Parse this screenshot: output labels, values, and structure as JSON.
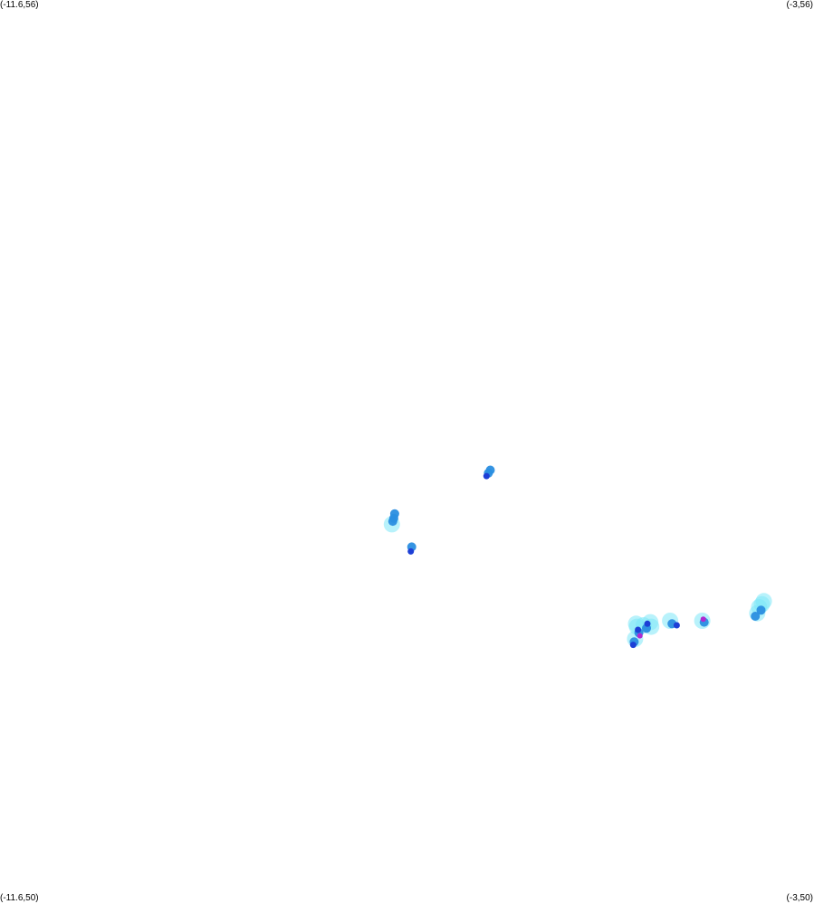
{
  "map": {
    "corners": {
      "top_left": "(-11.6,56)",
      "top_right": "(-3,56)",
      "bottom_left": "(-11.6,50)",
      "bottom_right": "(-3,50)"
    },
    "bounds": {
      "lon_min": -11.6,
      "lon_max": -3,
      "lat_min": 50,
      "lat_max": 56
    },
    "colors": {
      "background": "#ffffff",
      "light": "#7ee8f8",
      "medium": "#2a8ee0",
      "heavy": "#1d3fd6",
      "very_heavy": "#b02ad0"
    },
    "cells": [
      {
        "lon": -6.44,
        "lat": 52.86,
        "level": "medium"
      },
      {
        "lon": -6.46,
        "lat": 52.84,
        "level": "heavy"
      },
      {
        "lon": -6.42,
        "lat": 52.88,
        "level": "medium"
      },
      {
        "lon": -7.43,
        "lat": 52.59,
        "level": "medium"
      },
      {
        "lon": -7.44,
        "lat": 52.56,
        "level": "medium"
      },
      {
        "lon": -7.45,
        "lat": 52.54,
        "level": "medium"
      },
      {
        "lon": -7.46,
        "lat": 52.52,
        "level": "light"
      },
      {
        "lon": -7.25,
        "lat": 52.37,
        "level": "medium"
      },
      {
        "lon": -7.26,
        "lat": 52.34,
        "level": "heavy"
      },
      {
        "lon": -4.88,
        "lat": 51.86,
        "level": "light"
      },
      {
        "lon": -4.87,
        "lat": 51.84,
        "level": "light"
      },
      {
        "lon": -4.85,
        "lat": 51.8,
        "level": "medium"
      },
      {
        "lon": -4.86,
        "lat": 51.82,
        "level": "heavy"
      },
      {
        "lon": -4.84,
        "lat": 51.78,
        "level": "very_heavy"
      },
      {
        "lon": -4.89,
        "lat": 51.76,
        "level": "light"
      },
      {
        "lon": -4.9,
        "lat": 51.74,
        "level": "medium"
      },
      {
        "lon": -4.91,
        "lat": 51.72,
        "level": "heavy"
      },
      {
        "lon": -4.8,
        "lat": 51.85,
        "level": "light"
      },
      {
        "lon": -4.77,
        "lat": 51.83,
        "level": "medium"
      },
      {
        "lon": -4.76,
        "lat": 51.86,
        "level": "heavy"
      },
      {
        "lon": -4.73,
        "lat": 51.87,
        "level": "light"
      },
      {
        "lon": -4.72,
        "lat": 51.84,
        "level": "light"
      },
      {
        "lon": -4.52,
        "lat": 51.88,
        "level": "light"
      },
      {
        "lon": -4.5,
        "lat": 51.86,
        "level": "medium"
      },
      {
        "lon": -4.45,
        "lat": 51.85,
        "level": "heavy"
      },
      {
        "lon": -4.18,
        "lat": 51.88,
        "level": "light"
      },
      {
        "lon": -4.17,
        "lat": 51.89,
        "level": "very_heavy"
      },
      {
        "lon": -4.16,
        "lat": 51.87,
        "level": "medium"
      },
      {
        "lon": -3.58,
        "lat": 51.97,
        "level": "light"
      },
      {
        "lon": -3.55,
        "lat": 51.99,
        "level": "light"
      },
      {
        "lon": -3.56,
        "lat": 51.95,
        "level": "medium"
      },
      {
        "lon": -3.6,
        "lat": 51.93,
        "level": "light"
      },
      {
        "lon": -3.62,
        "lat": 51.91,
        "level": "medium"
      },
      {
        "lon": -3.53,
        "lat": 52.01,
        "level": "light"
      }
    ]
  }
}
